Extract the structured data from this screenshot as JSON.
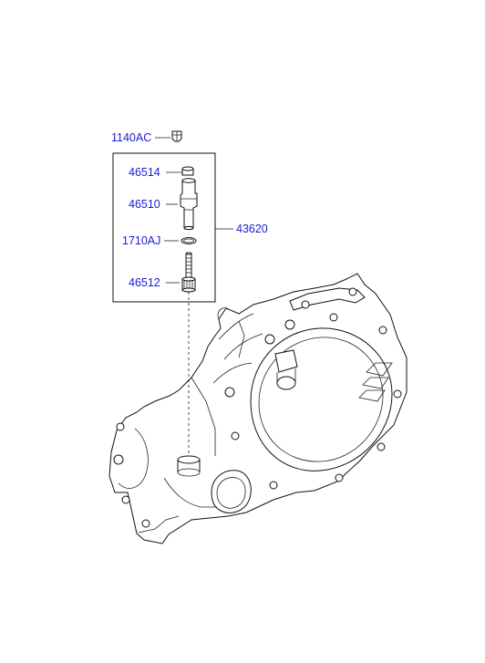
{
  "parts": {
    "bolt": "1140AC",
    "cap": "46514",
    "sensor": "46510",
    "oring": "1710AJ",
    "gear": "46512",
    "assembly": "43620"
  },
  "colors": {
    "callout_text": "#1a1ad6",
    "line_art": "#111111",
    "background": "#ffffff"
  }
}
